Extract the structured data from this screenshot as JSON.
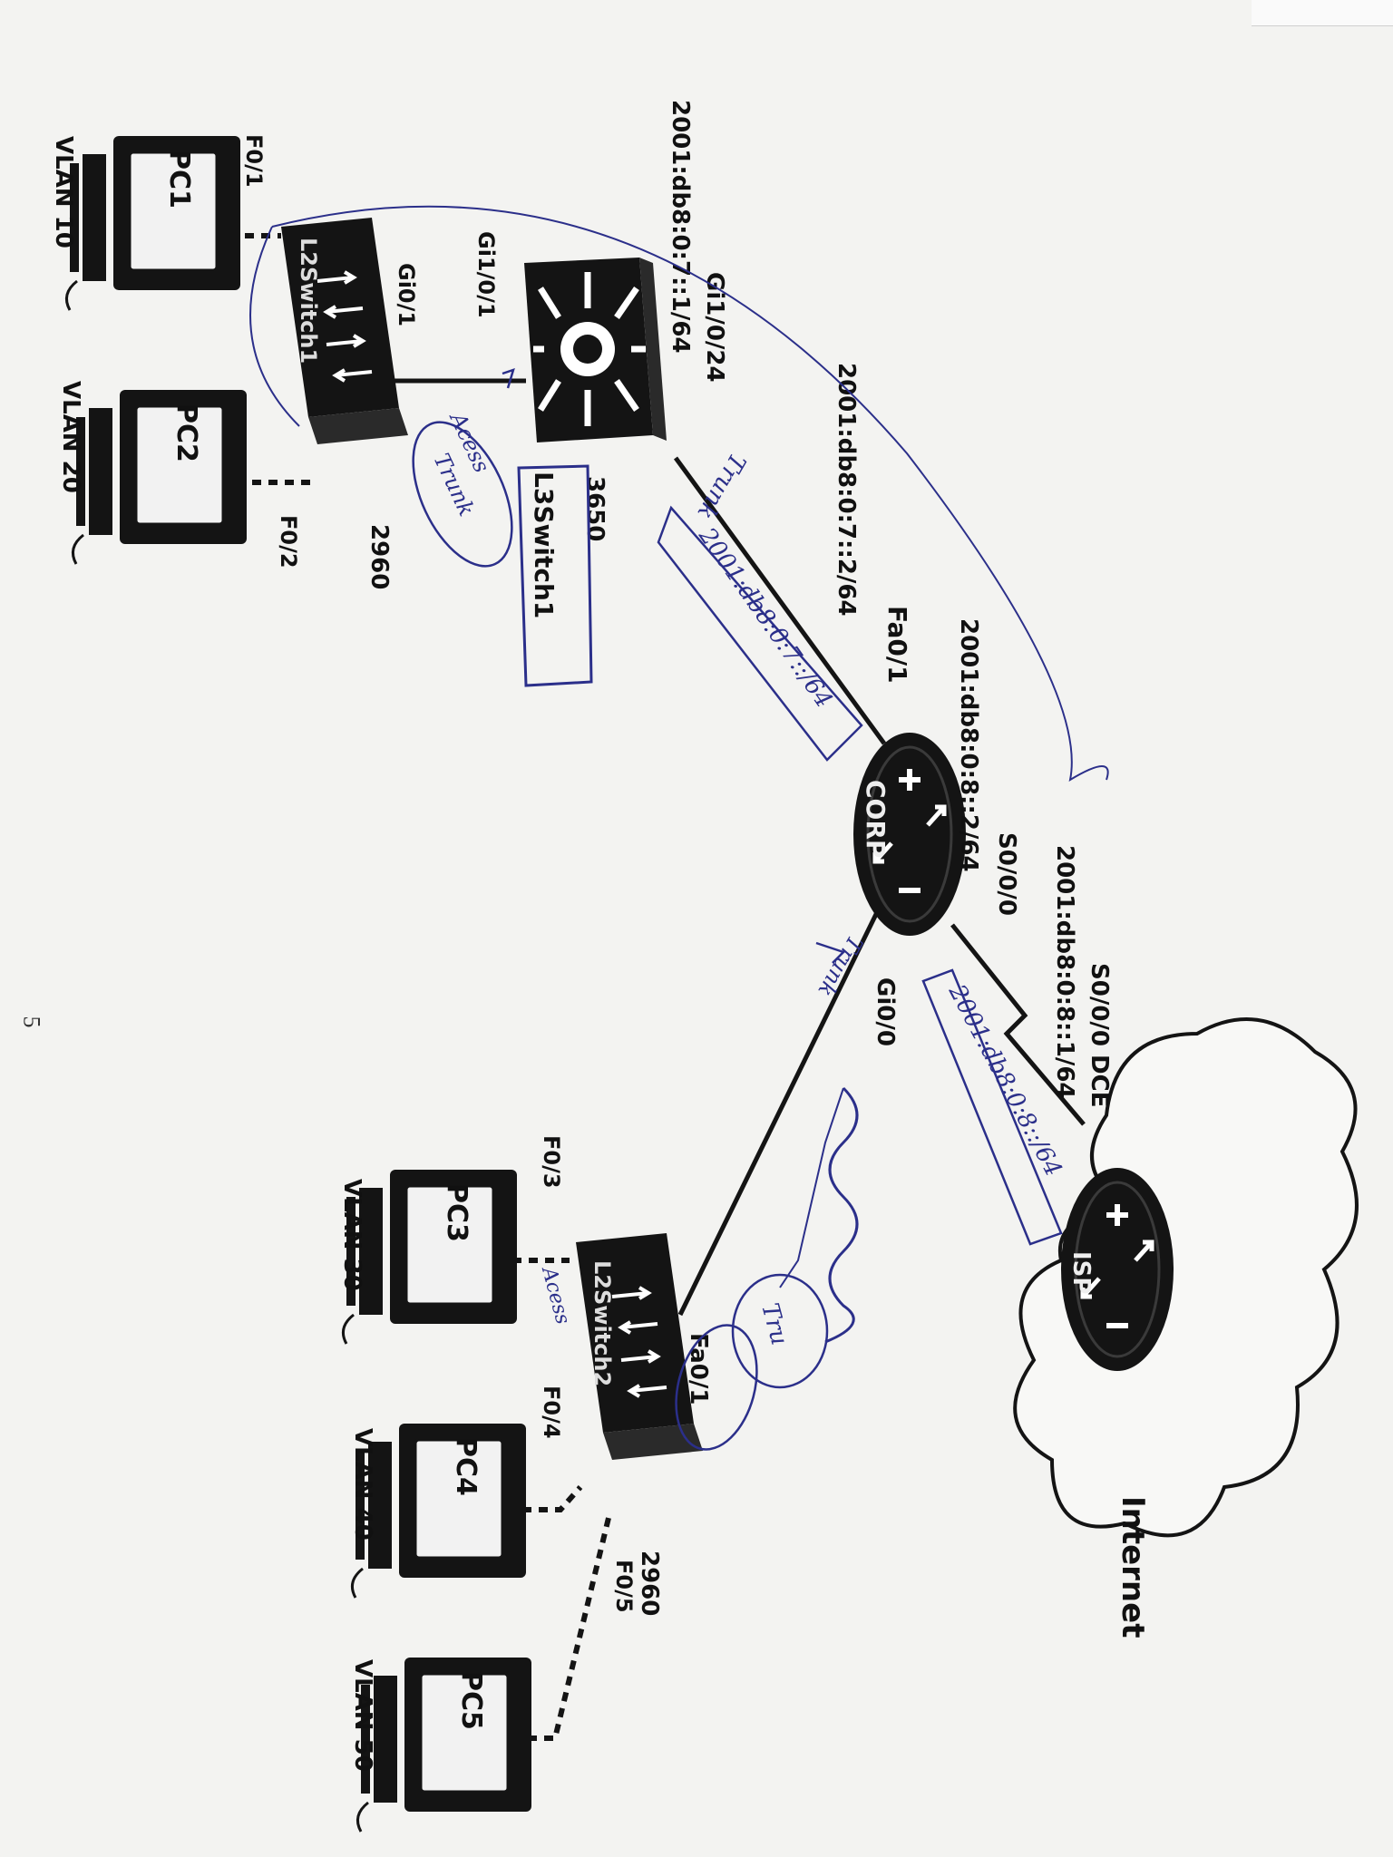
{
  "page": {
    "number": "5"
  },
  "devices": {
    "pc1": {
      "name": "PC1",
      "vlan": "VLAN 10",
      "port": "F0/1"
    },
    "pc2": {
      "name": "PC2",
      "vlan": "VLAN 20",
      "port": "F0/2"
    },
    "pc3": {
      "name": "PC3",
      "vlan": "VLAN 30",
      "port": "F0/3"
    },
    "pc4": {
      "name": "PC4",
      "vlan": "VLAN 40",
      "port": "F0/4"
    },
    "pc5": {
      "name": "PC5",
      "vlan": "VLAN 50",
      "port": "F0/5"
    },
    "l2switch1": {
      "name": "L2Switch1",
      "model": "2960",
      "uplink_port": "Gi0/1"
    },
    "l3switch1": {
      "name": "L3Switch1",
      "model": "3650",
      "down_port": "Gi1/0/1",
      "up_port": "Gi1/0/24",
      "up_ip": "2001:db8:0:7::1/64"
    },
    "corp": {
      "name": "CORP",
      "fa_port": "Fa0/1",
      "fa_ip": "2001:db8:0:7::2/64",
      "s_port": "S0/0/0",
      "s_ip": "2001:db8:0:8::2/64",
      "gi_port": "Gi0/0"
    },
    "isp": {
      "name": "ISP",
      "s_port": "S0/0/0 DCE",
      "s_ip": "2001:db8:0:8::1/64"
    },
    "l2switch2": {
      "name": "L2Switch2",
      "model": "2960",
      "uplink_port": "Fa0/1"
    },
    "internet": {
      "name": "Internet"
    }
  },
  "handwritten": {
    "trunk_l3": "Trunk",
    "access": "Acess",
    "trunk_l2sw1": "Trunk",
    "net_7": "2001:db8:0:7::/64",
    "net_8": "2001:db8:0:8::/64",
    "trunk_corp": "Trunk",
    "access_pc3": "Acess",
    "trunk_l2sw2": "Tru"
  },
  "colors": {
    "ink": "#2b2f8a",
    "device": "#141414",
    "paper": "#f3f3f1"
  }
}
